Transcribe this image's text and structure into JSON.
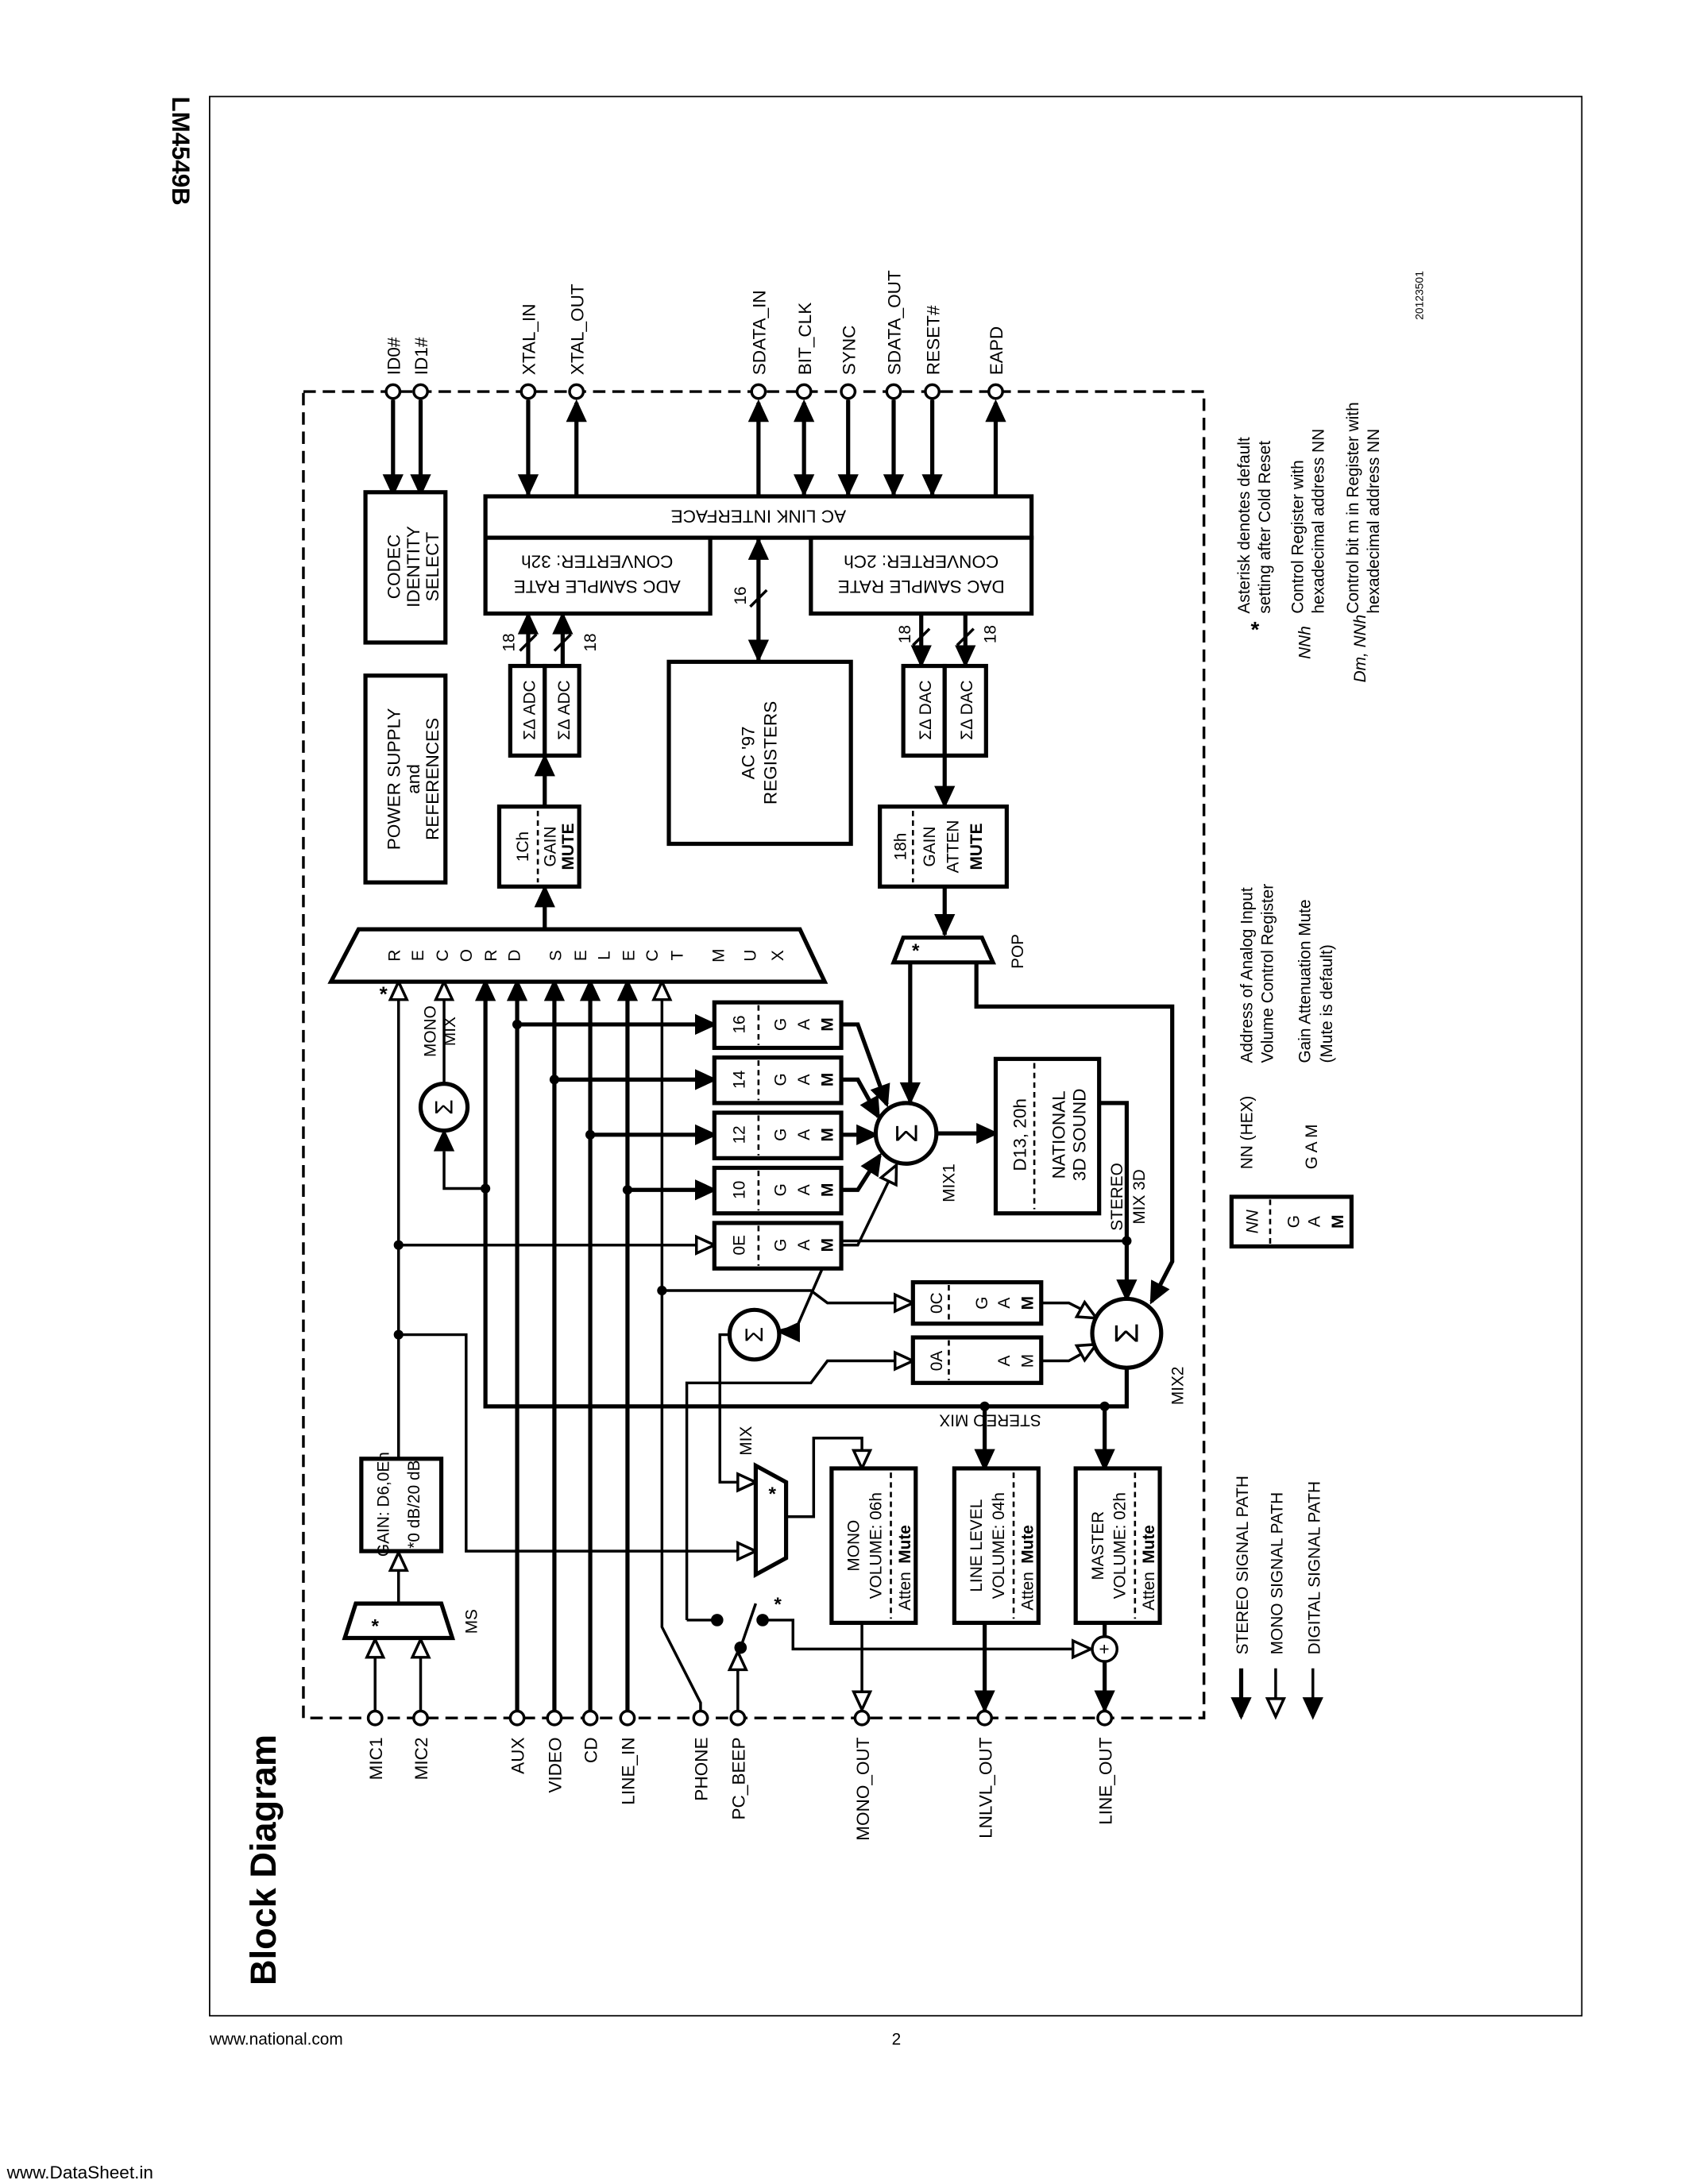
{
  "header": {
    "part_number": "LM4549B"
  },
  "title": "Block Diagram",
  "figure_id": "20123501",
  "footer": {
    "website": "www.national.com",
    "page_number": "2",
    "watermark": "www.DataSheet.in"
  },
  "pins": {
    "top": [
      "ID0#",
      "ID1#",
      "XTAL_IN",
      "XTAL_OUT",
      "SDATA_IN",
      "BIT_CLK",
      "SYNC",
      "SDATA_OUT",
      "RESET#",
      "EAPD"
    ],
    "bottom": [
      "MIC1",
      "MIC2",
      "AUX",
      "VIDEO",
      "CD",
      "LINE_IN",
      "PHONE",
      "PC_BEEP",
      "MONO_OUT",
      "LNLVL_OUT",
      "LINE_OUT"
    ]
  },
  "blocks": {
    "codec_id": [
      "CODEC",
      "IDENTITY",
      "SELECT"
    ],
    "power": [
      "POWER SUPPLY",
      "and",
      "REFERENCES"
    ],
    "ac_link": "AC LINK INTERFACE",
    "adc_src": [
      "ADC SAMPLE RATE",
      "CONVERTER: 32h"
    ],
    "dac_src": [
      "DAC SAMPLE RATE",
      "CONVERTER: 2Ch"
    ],
    "bus_width_16": "16",
    "bus_width_18": "18",
    "adc": "ΣΔ ADC",
    "dac": "ΣΔ DAC",
    "ac97": [
      "AC '97",
      "REGISTERS"
    ],
    "adc_gain": [
      "1Ch",
      "GAIN",
      "MUTE"
    ],
    "dac_gain": [
      "18h",
      "GAIN",
      "ATTEN",
      "MUTE"
    ],
    "pop": "POP",
    "asterisk": "*",
    "record_mux": [
      "R",
      "E",
      "C",
      "O",
      "R",
      "D",
      "S",
      "E",
      "L",
      "E",
      "C",
      "T",
      "M",
      "U",
      "X"
    ],
    "gam_boxes": [
      "16",
      "14",
      "12",
      "10",
      "0E"
    ],
    "gam": [
      "G",
      "A",
      "M"
    ],
    "sigma": "Σ",
    "mix1": "MIX1",
    "sound3d": [
      "D13, 20h",
      "NATIONAL",
      "3D SOUND"
    ],
    "stereo_mix_3d": [
      "STEREO",
      "MIX 3D"
    ],
    "mono_mix": [
      "MONO",
      "MIX"
    ],
    "box_0c": "0C",
    "box_0a": "0A",
    "mix2": "MIX2",
    "stereo_mix": "STEREO MIX",
    "mix": "MIX",
    "mic_gain": [
      "GAIN: D6,0Eh",
      "*0 dB/20 dB"
    ],
    "ms": "MS",
    "plus": "+",
    "mono_vol": [
      "MONO",
      "VOLUME: 06h"
    ],
    "line_vol": [
      "LINE LEVEL",
      "VOLUME: 04h"
    ],
    "master_vol": [
      "MASTER",
      "VOLUME: 02h"
    ],
    "atten": "Atten",
    "mute": "Mute"
  },
  "legend": {
    "nn": "NN",
    "nn_hex": "NN (HEX)",
    "nn_desc": [
      "Address of Analog Input",
      "Volume Control Register"
    ],
    "gam": "G  A  M",
    "gam_desc": [
      "Gain  Attenuation  Mute",
      "(Mute is default)"
    ],
    "asterisk_desc": [
      "Asterisk denotes default",
      "setting after Cold Reset"
    ],
    "nnh": "NNh",
    "nnh_desc": [
      "Control Register with",
      "hexadecimal address NN"
    ],
    "dm": "Dm, NNh",
    "dm_desc": [
      "Control bit m in Register with",
      "hexadecimal address NN"
    ],
    "paths": [
      "STEREO SIGNAL PATH",
      "MONO SIGNAL PATH",
      "DIGITAL SIGNAL PATH"
    ]
  }
}
